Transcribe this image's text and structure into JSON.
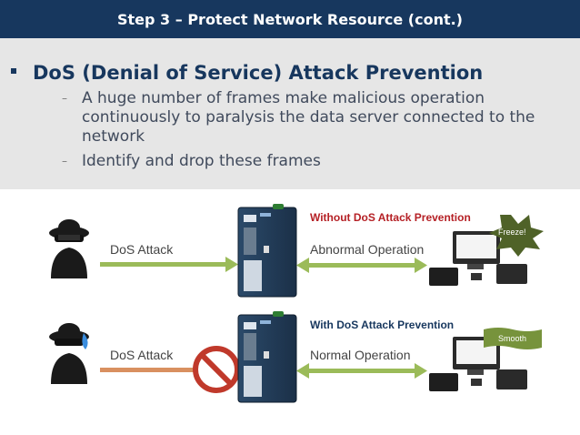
{
  "slide": {
    "title": "Step 3 – Protect Network Resource (cont.)",
    "bullet": "DoS (Denial of Service) Attack Prevention",
    "subbullets": [
      "A huge number of frames make malicious operation continuously to paralysis the data server connected to the network",
      "Identify and drop these frames"
    ]
  },
  "diagram": {
    "top": {
      "attack_label": "DoS Attack",
      "heading": "Without DoS Attack Prevention",
      "operation_label": "Abnormal Operation",
      "status_badge": "Freeze!"
    },
    "bottom": {
      "attack_label": "DoS Attack",
      "heading": "With DoS Attack Prevention",
      "operation_label": "Normal Operation",
      "status_badge": "Smooth"
    },
    "colors": {
      "title_bar": "#17375e",
      "arrow_green": "#9bbb59",
      "arrow_blocked": "#d99060",
      "freeze_badge": "#4f6228",
      "smooth_badge": "#77933c",
      "stop_sign": "#c0392b"
    }
  }
}
